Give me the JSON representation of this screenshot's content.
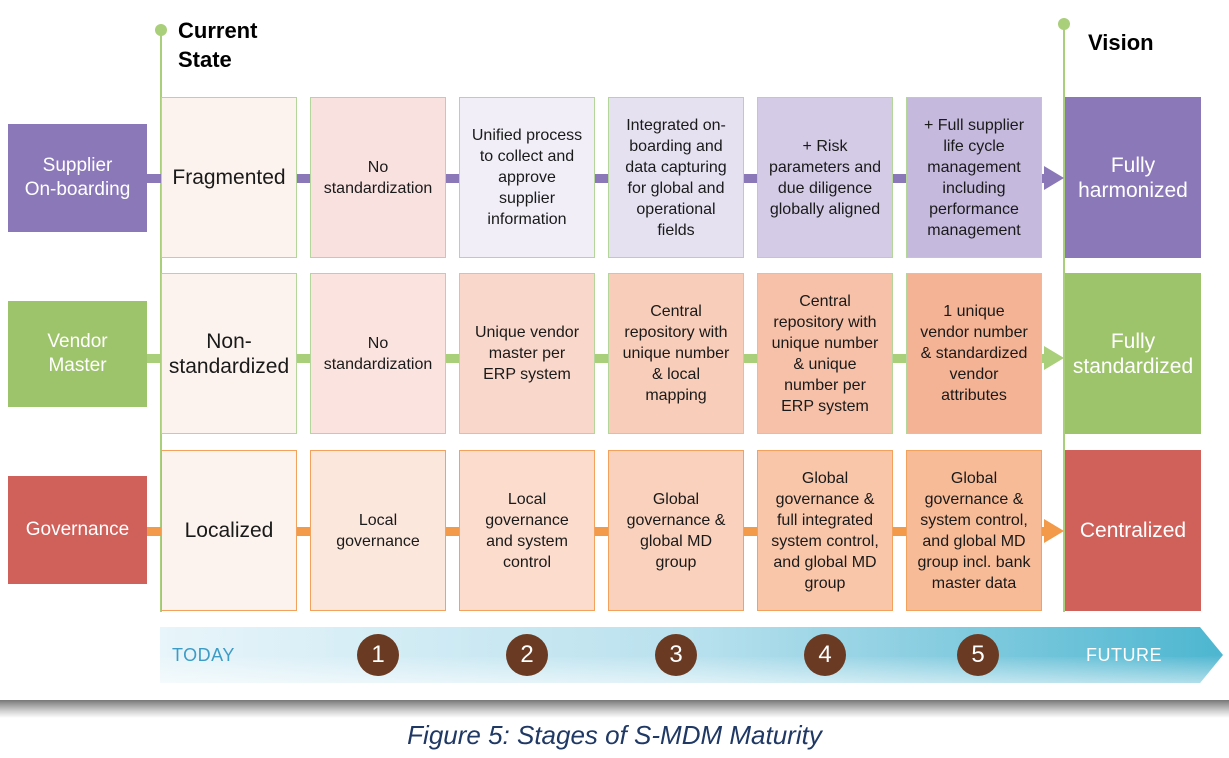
{
  "headings": {
    "current_state": "Current\nState",
    "vision": "Vision"
  },
  "rows": [
    {
      "label": "Supplier\nOn-boarding",
      "color": "#8b78b8",
      "connector": "#8b78b8",
      "cells": [
        "Fragmented",
        "No\nstandardization",
        "Unified process\nto collect and\napprove\nsupplier\ninformation",
        "Integrated on-\nboarding and\ndata capturing\nfor global and\noperational\nfields",
        "+ Risk\nparameters and\ndue diligence\nglobally aligned",
        "+ Full supplier\nlife cycle\nmanagement\nincluding\nperformance\nmanagement"
      ],
      "cell_fills": [
        "#fdf3ee",
        "#f9e1df",
        "#f1eef8",
        "#e6e1f1",
        "#d4cbe6",
        "#c5b9de"
      ],
      "cell_borders": [
        "#b5d69a",
        "#b5d69a",
        "#b5d69a",
        "#b5d69a",
        "#b5d69a",
        "#b5d69a"
      ],
      "vision": "Fully\nharmonized",
      "vision_color": "#8b78b8"
    },
    {
      "label": "Vendor\nMaster",
      "color": "#9ec46b",
      "connector": "#a9cf7a",
      "cells": [
        "Non-\nstandardized",
        "No\nstandardization",
        "Unique vendor\nmaster per\nERP system",
        "Central\nrepository with\nunique number\n& local\nmapping",
        "Central\nrepository with\nunique number\n& unique\nnumber per\nERP system",
        "1 unique\nvendor number\n& standardized\nvendor\nattributes"
      ],
      "cell_fills": [
        "#fdf3ee",
        "#fbe4df",
        "#f9d8cb",
        "#f8cdb9",
        "#f6c1a8",
        "#f4b394"
      ],
      "cell_borders": [
        "#b5d69a",
        "#b5d69a",
        "#b5d69a",
        "#b5d69a",
        "#b5d69a",
        "#b5d69a"
      ],
      "vision": "Fully\nstandardized",
      "vision_color": "#9ec46b"
    },
    {
      "label": "Governance",
      "color": "#d0605a",
      "connector": "#f3994a",
      "cells": [
        "Localized",
        "Local\ngovernance",
        "Local\ngovernance\nand system\ncontrol",
        "Global\ngovernance &\nglobal MD\ngroup",
        "Global\ngovernance &\nfull integrated\nsystem control,\nand global MD\ngroup",
        "Global\ngovernance &\nsystem control,\nand global MD\ngroup incl. bank\nmaster data"
      ],
      "cell_fills": [
        "#fdf3ee",
        "#fce7dd",
        "#fbdccd",
        "#fad1bc",
        "#f9c6aa",
        "#f8bb97"
      ],
      "cell_borders": [
        "#f3a25e",
        "#f3a25e",
        "#f3a25e",
        "#f3a25e",
        "#f3a25e",
        "#f3a25e"
      ],
      "vision": "Centralized",
      "vision_color": "#d0605a"
    }
  ],
  "timeline": {
    "start": "TODAY",
    "end": "FUTURE",
    "steps": [
      "1",
      "2",
      "3",
      "4",
      "5"
    ]
  },
  "caption": "Figure 5: Stages of S-MDM Maturity"
}
